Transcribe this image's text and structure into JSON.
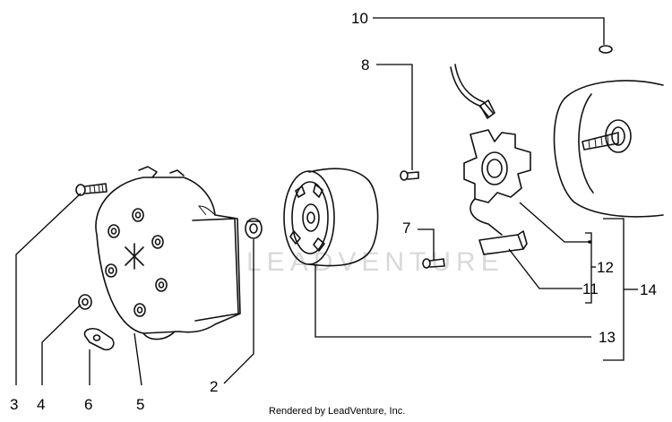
{
  "watermark": "LEADVENTURE",
  "credit": "Rendered by LeadVenture, Inc.",
  "callouts": {
    "c1": "3",
    "c2": "4",
    "c3": "6",
    "c4": "5",
    "c5": "2",
    "c6": "13",
    "c7": "7",
    "c8": "8",
    "c9": "10",
    "c10": "11",
    "c11": "12",
    "c12": "14"
  }
}
